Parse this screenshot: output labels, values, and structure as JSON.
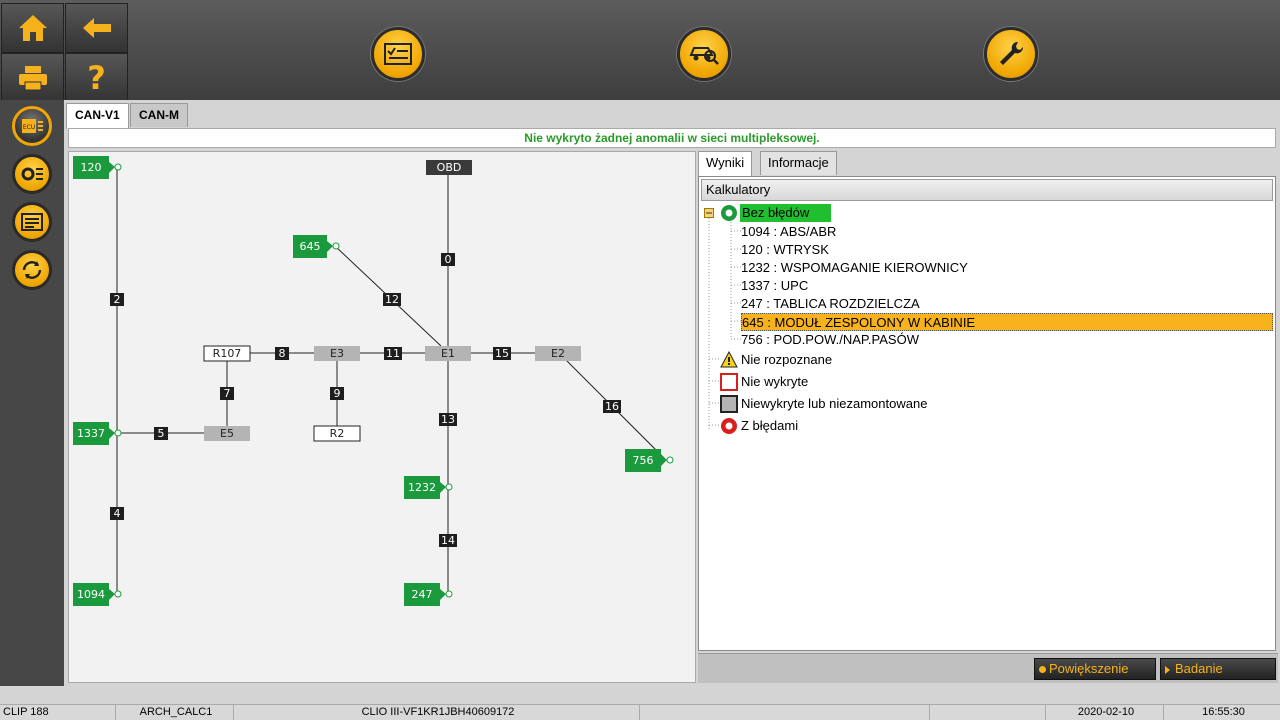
{
  "status_message": "Nie wykryto żadnej anomalii w sieci multipleksowej.",
  "tabs": [
    "CAN-V1",
    "CAN-M"
  ],
  "right_tabs": [
    "Wyniki",
    "Informacje"
  ],
  "tree": {
    "header": "Kalkulatory",
    "group_ok": "Bez błędów",
    "items": [
      "1094 : ABS/ABR",
      "120 : WTRYSK",
      "1232 : WSPOMAGANIE KIEROWNICY",
      "1337 : UPC",
      "247 : TABLICA ROZDZIELCZA",
      "645 : MODUŁ ZESPOLONY W KABINIE",
      "756 : POD.POW./NAP.PASÓW"
    ],
    "legend": [
      "Nie rozpoznane",
      "Nie wykryte",
      "Niewykryte lub niezamontowane",
      "Z błędami"
    ]
  },
  "buttons": {
    "zoom": "Powiększenie",
    "test": "Badanie"
  },
  "statusbar": {
    "clip": "CLIP 188",
    "arch": "ARCH_CALC1",
    "vehicle": "CLIO III-VF1KR1JBH40609172",
    "date": "2020-02-10",
    "time": "16:55:30"
  },
  "diagram": {
    "ecus": [
      "120",
      "645",
      "1337",
      "1232",
      "756",
      "1094",
      "247"
    ],
    "obd": "OBD",
    "junctions": [
      "E1",
      "E2",
      "E3",
      "E5"
    ],
    "resistors": [
      "R107",
      "R2"
    ],
    "links": [
      "0",
      "2",
      "4",
      "5",
      "7",
      "8",
      "9",
      "11",
      "12",
      "13",
      "14",
      "15",
      "16"
    ]
  },
  "colors": {
    "accent": "#f0a500",
    "ok_green": "#1a9a3c",
    "selected": "#f7b21d",
    "message": "#2a9a2a"
  }
}
